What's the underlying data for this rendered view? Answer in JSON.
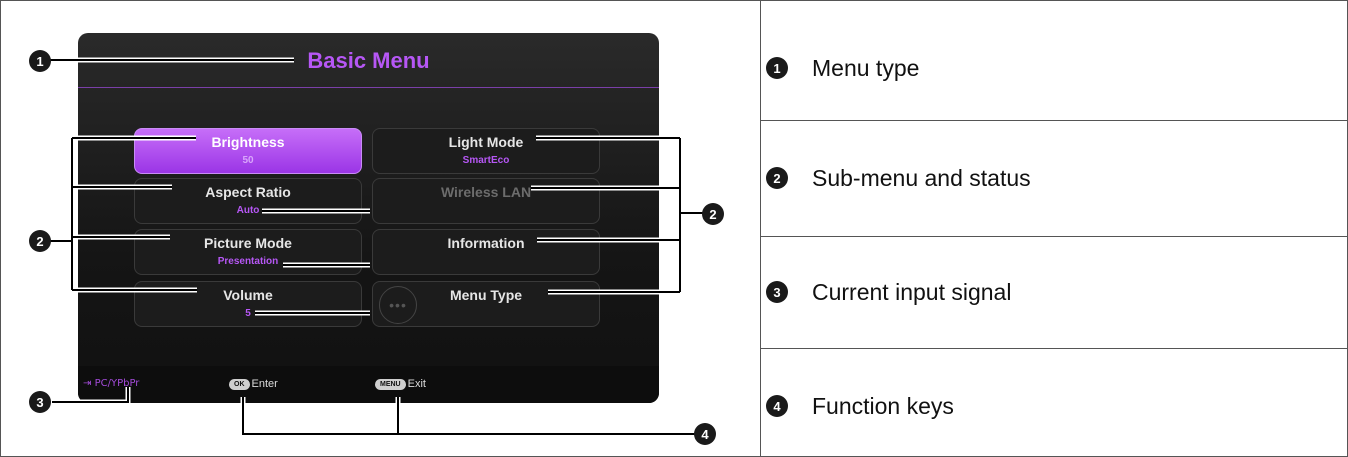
{
  "osd": {
    "title": "Basic Menu",
    "items": [
      {
        "label": "Brightness",
        "value": "50"
      },
      {
        "label": "Light Mode",
        "value": "SmartEco"
      },
      {
        "label": "Aspect Ratio",
        "value": "Auto"
      },
      {
        "label": "Wireless LAN",
        "value": ""
      },
      {
        "label": "Picture Mode",
        "value": "Presentation"
      },
      {
        "label": "Information",
        "value": ""
      },
      {
        "label": "Volume",
        "value": "5"
      },
      {
        "label": "Menu Type",
        "value": ""
      }
    ],
    "input_signal": "PC/YPbPr",
    "keys": [
      {
        "pill": "OK",
        "label": "Enter"
      },
      {
        "pill": "MENU",
        "label": "Exit"
      }
    ],
    "colors": {
      "accent": "#b657f5",
      "selected": "#a94cf0"
    }
  },
  "callouts": {
    "n1": "1",
    "n2a": "2",
    "n2b": "2",
    "n3": "3",
    "n4": "4"
  },
  "legend": [
    {
      "num": "1",
      "text": "Menu type"
    },
    {
      "num": "2",
      "text": "Sub-menu and status"
    },
    {
      "num": "3",
      "text": "Current input signal"
    },
    {
      "num": "4",
      "text": "Function keys"
    }
  ]
}
